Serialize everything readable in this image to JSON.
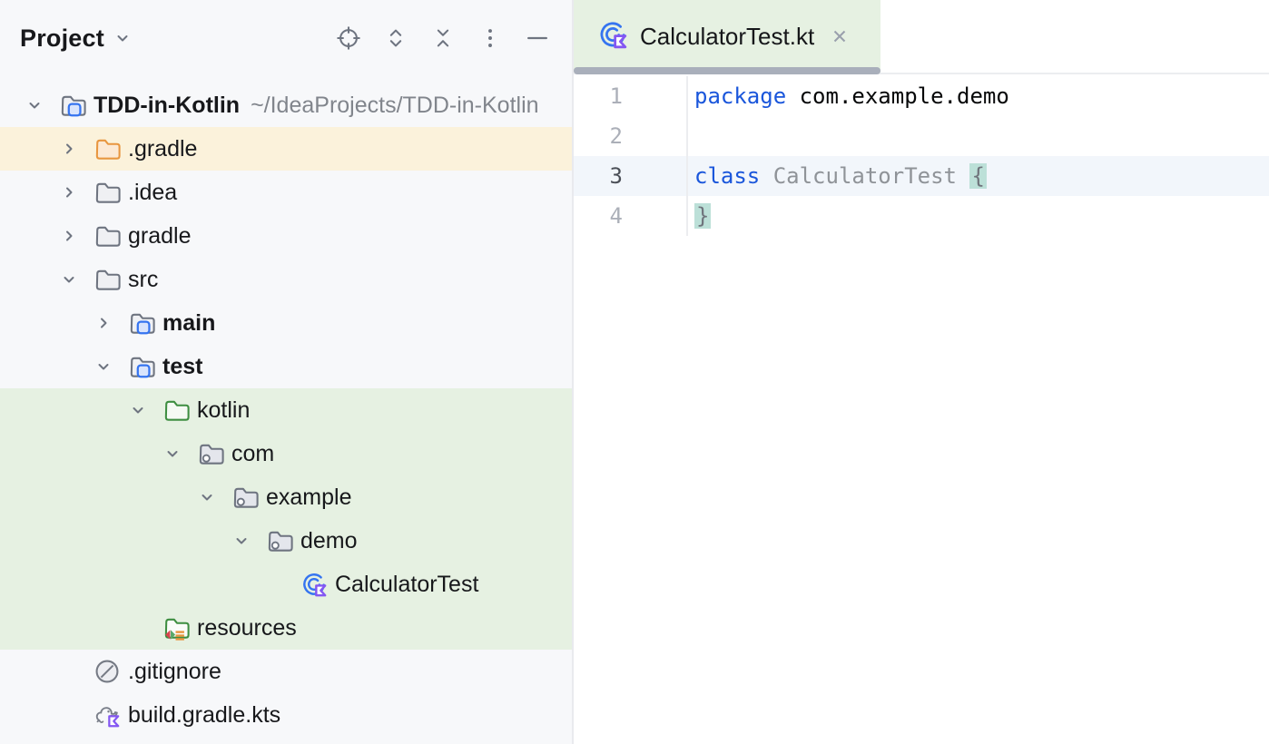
{
  "colors": {
    "panel_bg": "#F7F8FA",
    "panel_border": "#E9EAEE",
    "row_cream": "#FBF2DB",
    "row_green": "#E6F1E2",
    "row_selected": "#D5DCF8",
    "tab_green": "#E6F1E2",
    "tab_indicator": "#A9AFBB",
    "tabbar_border": "#ECEDF0",
    "active_line": "#F2F6FB",
    "brace_highlight": "#BCE0D8",
    "keyword_blue": "#1A56DB",
    "unused_gray": "#8F9398",
    "line_number": "#ABAFB8",
    "line_number_active": "#4B4F57",
    "text_dark": "#17181B",
    "path_gray": "#81858C",
    "icon_gray": "#6E7480",
    "accent_blue": "#3574F0",
    "kotlin_purple": "#8457F2",
    "folder_orange": "#E8963F",
    "folder_green": "#3E8E41"
  },
  "project_panel": {
    "title": "Project",
    "toolbar": [
      {
        "name": "select-opened-file-button",
        "icon": "locate-file-icon"
      },
      {
        "name": "expand-all-button",
        "icon": "expand-all-icon"
      },
      {
        "name": "collapse-all-button",
        "icon": "collapse-all-icon"
      },
      {
        "name": "more-options-button",
        "icon": "more-options-icon"
      },
      {
        "name": "hide-panel-button",
        "icon": "hide-panel-icon"
      }
    ],
    "tree": [
      {
        "label": "TDD-in-Kotlin",
        "path_suffix": "~/IdeaProjects/TDD-in-Kotlin",
        "level": 0,
        "chevron": "down",
        "icon": "module-folder-icon",
        "bold": true,
        "highlight": "none",
        "selected": false
      },
      {
        "label": ".gradle",
        "level": 1,
        "chevron": "right",
        "icon": "folder-orange-icon",
        "bold": false,
        "highlight": "cream",
        "selected": false
      },
      {
        "label": ".idea",
        "level": 1,
        "chevron": "right",
        "icon": "folder-icon",
        "bold": false,
        "highlight": "none",
        "selected": false
      },
      {
        "label": "gradle",
        "level": 1,
        "chevron": "right",
        "icon": "folder-icon",
        "bold": false,
        "highlight": "none",
        "selected": false
      },
      {
        "label": "src",
        "level": 1,
        "chevron": "down",
        "icon": "folder-icon",
        "bold": false,
        "highlight": "none",
        "selected": false
      },
      {
        "label": "main",
        "level": 2,
        "chevron": "right",
        "icon": "module-folder-icon",
        "bold": true,
        "highlight": "none",
        "selected": false
      },
      {
        "label": "test",
        "level": 2,
        "chevron": "down",
        "icon": "module-folder-icon",
        "bold": true,
        "highlight": "none",
        "selected": false
      },
      {
        "label": "kotlin",
        "level": 3,
        "chevron": "down",
        "icon": "folder-green-icon",
        "bold": false,
        "highlight": "green",
        "selected": false
      },
      {
        "label": "com",
        "level": 4,
        "chevron": "down",
        "icon": "package-icon",
        "bold": false,
        "highlight": "green",
        "selected": false
      },
      {
        "label": "example",
        "level": 5,
        "chevron": "down",
        "icon": "package-icon",
        "bold": false,
        "highlight": "green",
        "selected": false
      },
      {
        "label": "demo",
        "level": 6,
        "chevron": "down",
        "icon": "package-icon",
        "bold": false,
        "highlight": "green",
        "selected": false
      },
      {
        "label": "CalculatorTest",
        "level": 7,
        "chevron": "none",
        "icon": "kotlin-test-class-icon",
        "bold": false,
        "highlight": "green",
        "selected": true
      },
      {
        "label": "resources",
        "level": 3,
        "chevron": "none",
        "icon": "test-resources-icon",
        "bold": false,
        "highlight": "green",
        "selected": false
      },
      {
        "label": ".gitignore",
        "level": 1,
        "chevron": "none",
        "icon": "ignored-file-icon",
        "bold": false,
        "highlight": "none",
        "selected": false
      },
      {
        "label": "build.gradle.kts",
        "level": 1,
        "chevron": "none",
        "icon": "gradle-kotlin-script-icon",
        "bold": false,
        "highlight": "none",
        "selected": false
      }
    ]
  },
  "editor": {
    "tab": {
      "title": "CalculatorTest.kt",
      "icon": "kotlin-test-class-icon"
    },
    "lines": [
      {
        "num": "1",
        "active": false,
        "tokens": [
          {
            "text": "package",
            "style": "keyword"
          },
          {
            "text": " com.example.demo",
            "style": "plain"
          }
        ]
      },
      {
        "num": "2",
        "active": false,
        "tokens": []
      },
      {
        "num": "3",
        "active": true,
        "tokens": [
          {
            "text": "class",
            "style": "keyword"
          },
          {
            "text": " ",
            "style": "plain"
          },
          {
            "text": "CalculatorTest",
            "style": "unused"
          },
          {
            "text": " ",
            "style": "plain"
          },
          {
            "text": "{",
            "style": "brace"
          }
        ]
      },
      {
        "num": "4",
        "active": false,
        "tokens": [
          {
            "text": "}",
            "style": "brace"
          }
        ]
      }
    ]
  }
}
